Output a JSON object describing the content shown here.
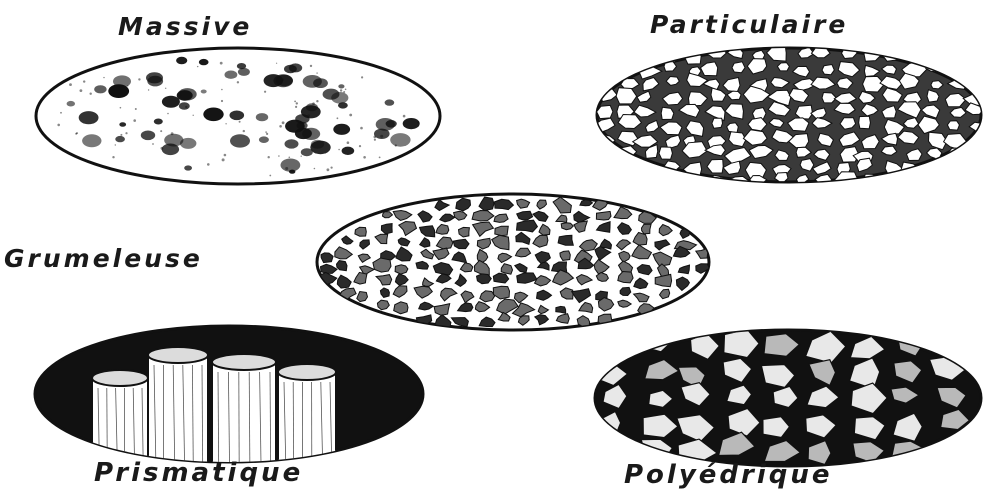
{
  "colors": {
    "ink": "#111111",
    "paper": "#ffffff",
    "grey": "#b9b9b9"
  },
  "samples": [
    {
      "key": "massive",
      "label": "Massive"
    },
    {
      "key": "particulaire",
      "label": "Particulaire"
    },
    {
      "key": "grumeleuse",
      "label": "Grumeleuse"
    },
    {
      "key": "prismatique",
      "label": "Prismatique"
    },
    {
      "key": "polyedrique",
      "label": "Polyédrique"
    }
  ]
}
